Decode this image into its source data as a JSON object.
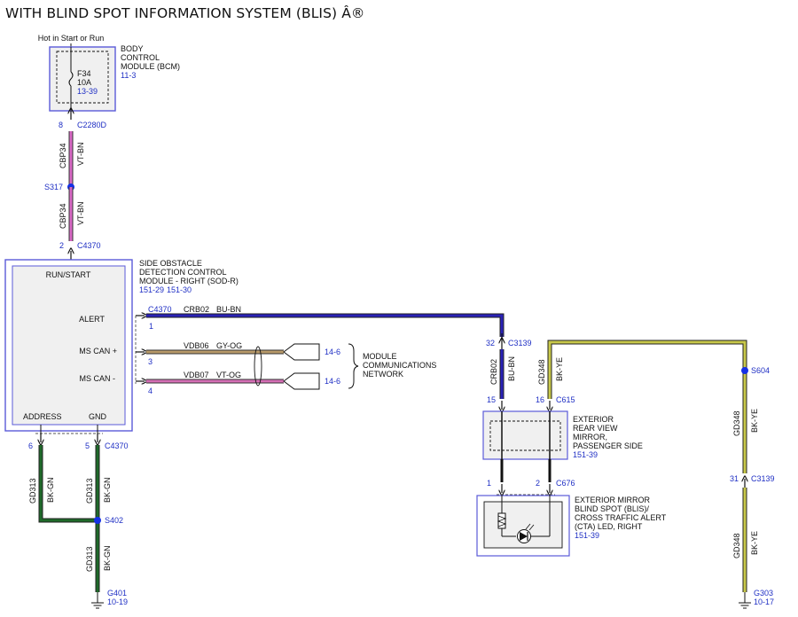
{
  "title": "WITH BLIND SPOT INFORMATION SYSTEM (BLIS) Â®",
  "colors": {
    "box_outline": "#5a5ad8",
    "wire_vt_bn": "#d968c6",
    "wire_bu_bn": "#2a22b6",
    "wire_bk_ye": "#c8c84a",
    "wire_bk_gn": "#1f6a2a",
    "wire_gy_og": "#b89a6a",
    "wire_vt_og": "#d56fb5",
    "splice_dot": "#1530e6",
    "ref_text": "#1f2fc4"
  },
  "power": {
    "label": "Hot in Start or Run"
  },
  "bcm": {
    "name_1": "BODY",
    "name_2": "CONTROL",
    "name_3": "MODULE (BCM)",
    "ref": "11-3",
    "fuse_name": "F34",
    "fuse_rating": "10A",
    "fuse_ref": "13-39"
  },
  "conn_c2280d": {
    "pin": "8",
    "name": "C2280D"
  },
  "wire_upper_1": {
    "circuit": "CBP34",
    "color": "VT-BN"
  },
  "splice_s317": {
    "name": "S317"
  },
  "wire_upper_2": {
    "circuit": "CBP34",
    "color": "VT-BN"
  },
  "conn_c4370_top": {
    "pin": "2",
    "name": "C4370"
  },
  "sod": {
    "name_1": "SIDE OBSTACLE",
    "name_2": "DETECTION CONTROL",
    "name_3": "MODULE - RIGHT (SOD-R)",
    "ref_1": "151-29",
    "ref_2": "151-30",
    "label_run_start": "RUN/START",
    "label_alert": "ALERT",
    "label_ms_can_plus": "MS CAN +",
    "label_ms_can_minus": "MS CAN -",
    "label_address": "ADDRESS",
    "label_gnd": "GND"
  },
  "alert_wire": {
    "conn": "C4370",
    "pin": "1",
    "circuit": "CRB02",
    "color": "BU-BN"
  },
  "can_plus_wire": {
    "pin": "3",
    "circuit": "VDB06",
    "color": "GY-OG",
    "ref": "14-6"
  },
  "can_minus_wire": {
    "pin": "4",
    "circuit": "VDB07",
    "color": "VT-OG",
    "ref": "14-6"
  },
  "network": {
    "line_1": "MODULE",
    "line_2": "COMMUNICATIONS",
    "line_3": "NETWORK"
  },
  "c3139_top": {
    "pin": "32",
    "name": "C3139"
  },
  "wire_crb02_vert": {
    "circuit": "CRB02",
    "color": "BU-BN"
  },
  "wire_gd348_mirror": {
    "circuit": "GD348",
    "color": "BK-YE"
  },
  "c615": {
    "pin_1": "15",
    "pin_2": "16",
    "name": "C615"
  },
  "mirror": {
    "name_1": "EXTERIOR",
    "name_2": "REAR VIEW",
    "name_3": "MIRROR,",
    "name_4": "PASSENGER SIDE",
    "ref": "151-39"
  },
  "c676": {
    "pin_1": "1",
    "pin_2": "2",
    "name": "C676"
  },
  "blis_led": {
    "name_1": "EXTERIOR MIRROR",
    "name_2": "BLIND SPOT (BLIS)/",
    "name_3": "CROSS TRAFFIC ALERT",
    "name_4": "(CTA) LED, RIGHT",
    "ref": "151-39"
  },
  "splice_s604": {
    "name": "S604"
  },
  "wire_gd348_right_1": {
    "circuit": "GD348",
    "color": "BK-YE"
  },
  "c3139_bottom": {
    "pin": "31",
    "name": "C3139"
  },
  "wire_gd348_right_2": {
    "circuit": "GD348",
    "color": "BK-YE"
  },
  "ground_g303": {
    "name": "G303",
    "ref": "10-17"
  },
  "c4370_bottom": {
    "pin_1": "6",
    "pin_2": "5",
    "name": "C4370"
  },
  "wire_gd313_left": {
    "circuit": "GD313",
    "color": "BK-GN"
  },
  "wire_gd313_mid": {
    "circuit": "GD313",
    "color": "BK-GN"
  },
  "splice_s402": {
    "name": "S402"
  },
  "wire_gd313_low": {
    "circuit": "GD313",
    "color": "BK-GN"
  },
  "ground_g401": {
    "name": "G401",
    "ref": "10-19"
  }
}
